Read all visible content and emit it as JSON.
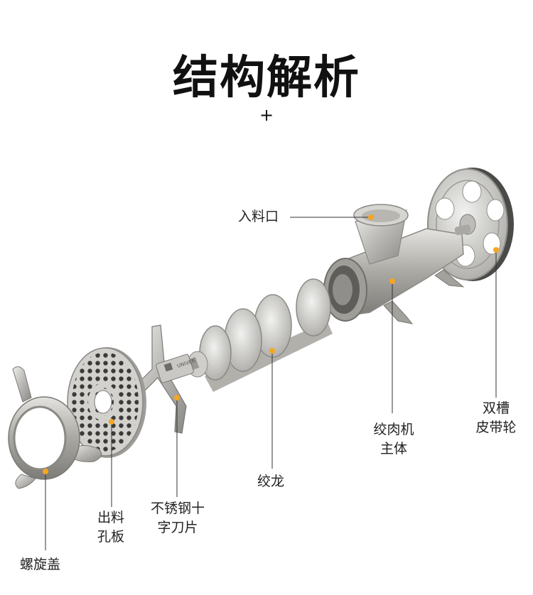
{
  "title": "结构解析",
  "plus": "+",
  "accent_color": "#f5a623",
  "labels": {
    "inlet": "入料口",
    "pulley": [
      "双槽",
      "皮带轮"
    ],
    "body": [
      "绞肉机",
      "主体"
    ],
    "screw": "绞龙",
    "blade": [
      "不锈钢十",
      "字刀片"
    ],
    "plate": [
      "出料",
      "孔板"
    ],
    "cap": "螺旋盖"
  },
  "blade_stamp": "UNIVER"
}
